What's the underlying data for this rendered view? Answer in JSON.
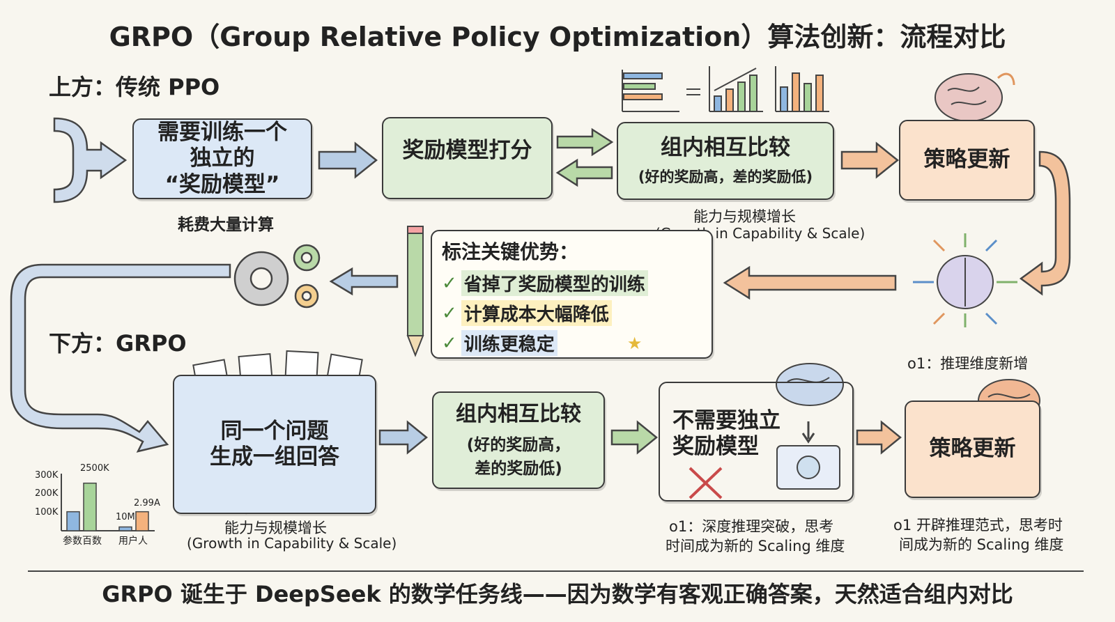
{
  "title": "GRPO（Group Relative Policy Optimization）算法创新：流程对比",
  "top_section": {
    "label": "上方：传统 PPO",
    "box1_line1": "需要训练一个",
    "box1_line2": "独立的",
    "box1_line3": "“奖励模型”",
    "box1_note": "耗费大量计算",
    "box2": "奖励模型打分",
    "box3_title": "组内相互比较",
    "box3_sub": "(好的奖励高，差的奖励低)",
    "growth_cn": "能力与规模增长",
    "growth_en": "(Growth in Capability & Scale)",
    "box4": "策略更新"
  },
  "advantages": {
    "title": "标注关键优势：",
    "items": [
      "省掉了奖励模型的训练",
      "计算成本大幅降低",
      "训练更稳定"
    ]
  },
  "bottom_section": {
    "label": "下方：GRPO",
    "box1_line1": "同一个问题",
    "box1_line2": "生成一组回答",
    "growth_cn": "能力与规模增长",
    "growth_en": "(Growth in Capability & Scale)",
    "box2_title": "组内相互比较",
    "box2_sub1": "(好的奖励高，",
    "box2_sub2": "差的奖励低)",
    "box3_line1": "不需要独立",
    "box3_line2": "奖励模型",
    "box3_note1": "o1：深度推理突破，思考",
    "box3_note2": "时间成为新的 Scaling 维度",
    "box4": "策略更新",
    "box4_top_note": "o1：推理维度新增",
    "box4_note1": "o1 开辟推理范式，思考时",
    "box4_note2": "间成为新的 Scaling 维度"
  },
  "mini_chart": {
    "ticks": [
      "300K",
      "200K",
      "100K"
    ],
    "label_params": "参数百数",
    "label_users": "用户人",
    "val_2500k": "2500K",
    "val_10m": "10M",
    "val_299a": "2.99A"
  },
  "chart_data": {
    "type": "bar",
    "categories": [
      "参数百数",
      "用户人"
    ],
    "series": [
      {
        "values": [
          100,
          20
        ]
      },
      {
        "values": [
          250,
          100
        ]
      }
    ],
    "ylim": [
      0,
      300
    ],
    "colors": [
      "#8fb7e0",
      "#a8d49a",
      "#f4b27d"
    ]
  },
  "footer": "GRPO 诞生于 DeepSeek 的数学任务线——因为数学有客观正确答案，天然适合组内对比",
  "colors": {
    "blue": "#dce8f6",
    "green": "#e0eed8",
    "orange": "#fbe2cc",
    "yellow": "#fdf3cf",
    "arrow_blue": "#b8cde4",
    "arrow_green": "#b9d9a8",
    "arrow_orange": "#f3c29c"
  }
}
